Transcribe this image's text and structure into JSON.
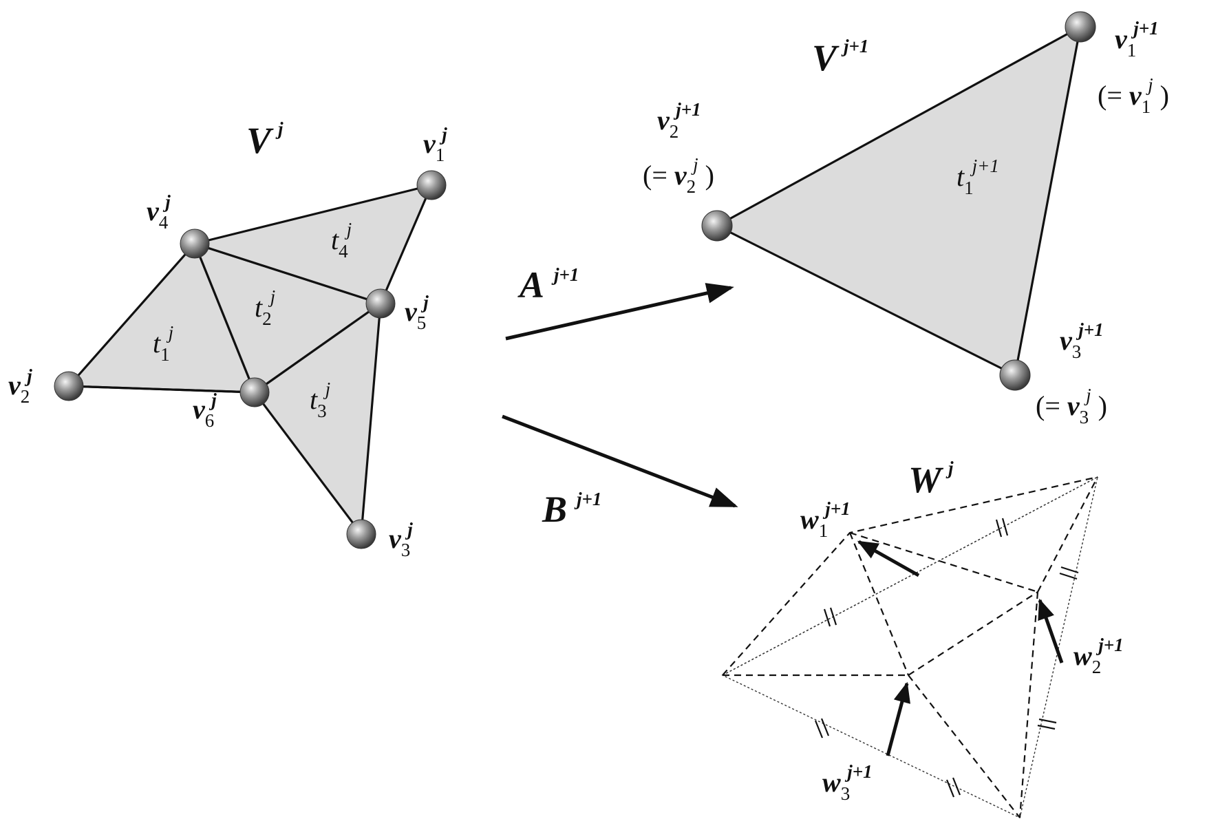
{
  "labels": {
    "V_j": {
      "base": "V",
      "sup": "j"
    },
    "V_j1": {
      "base": "V",
      "sup": "j+1"
    },
    "W_j": {
      "base": "W",
      "sup": "j"
    },
    "A_j1": {
      "base": "A",
      "sup": "j+1"
    },
    "B_j1": {
      "base": "B",
      "sup": "j+1"
    },
    "v1_j": {
      "base": "v",
      "sub": "1",
      "sup": "j"
    },
    "v2_j": {
      "base": "v",
      "sub": "2",
      "sup": "j"
    },
    "v3_j": {
      "base": "v",
      "sub": "3",
      "sup": "j"
    },
    "v4_j": {
      "base": "v",
      "sub": "4",
      "sup": "j"
    },
    "v5_j": {
      "base": "v",
      "sub": "5",
      "sup": "j"
    },
    "v6_j": {
      "base": "v",
      "sub": "6",
      "sup": "j"
    },
    "t1_j": {
      "base": "t",
      "sub": "1",
      "sup": "j"
    },
    "t2_j": {
      "base": "t",
      "sub": "2",
      "sup": "j"
    },
    "t3_j": {
      "base": "t",
      "sub": "3",
      "sup": "j"
    },
    "t4_j": {
      "base": "t",
      "sub": "4",
      "sup": "j"
    },
    "t1_j1": {
      "base": "t",
      "sub": "1",
      "sup": "j+1"
    },
    "v1_j1": {
      "base": "v",
      "sub": "1",
      "sup": "j+1"
    },
    "v2_j1": {
      "base": "v",
      "sub": "2",
      "sup": "j+1"
    },
    "v3_j1": {
      "base": "v",
      "sub": "3",
      "sup": "j+1"
    },
    "eq_v1_j": {
      "open": "(= ",
      "base": "v",
      "sub": "1",
      "sup": "j",
      "close": " )"
    },
    "eq_v2_j": {
      "open": "(= ",
      "base": "v",
      "sub": "2",
      "sup": "j",
      "close": " )"
    },
    "eq_v3_j": {
      "open": "(= ",
      "base": "v",
      "sub": "3",
      "sup": "j",
      "close": " )"
    },
    "w1_j1": {
      "base": "w",
      "sub": "1",
      "sup": "j+1"
    },
    "w2_j1": {
      "base": "w",
      "sub": "2",
      "sup": "j+1"
    },
    "w3_j1": {
      "base": "w",
      "sub": "3",
      "sup": "j+1"
    }
  },
  "colors": {
    "face_fill": "#dcdcdc",
    "line": "#111111",
    "vertex_sphere": "#8a8a8a"
  }
}
